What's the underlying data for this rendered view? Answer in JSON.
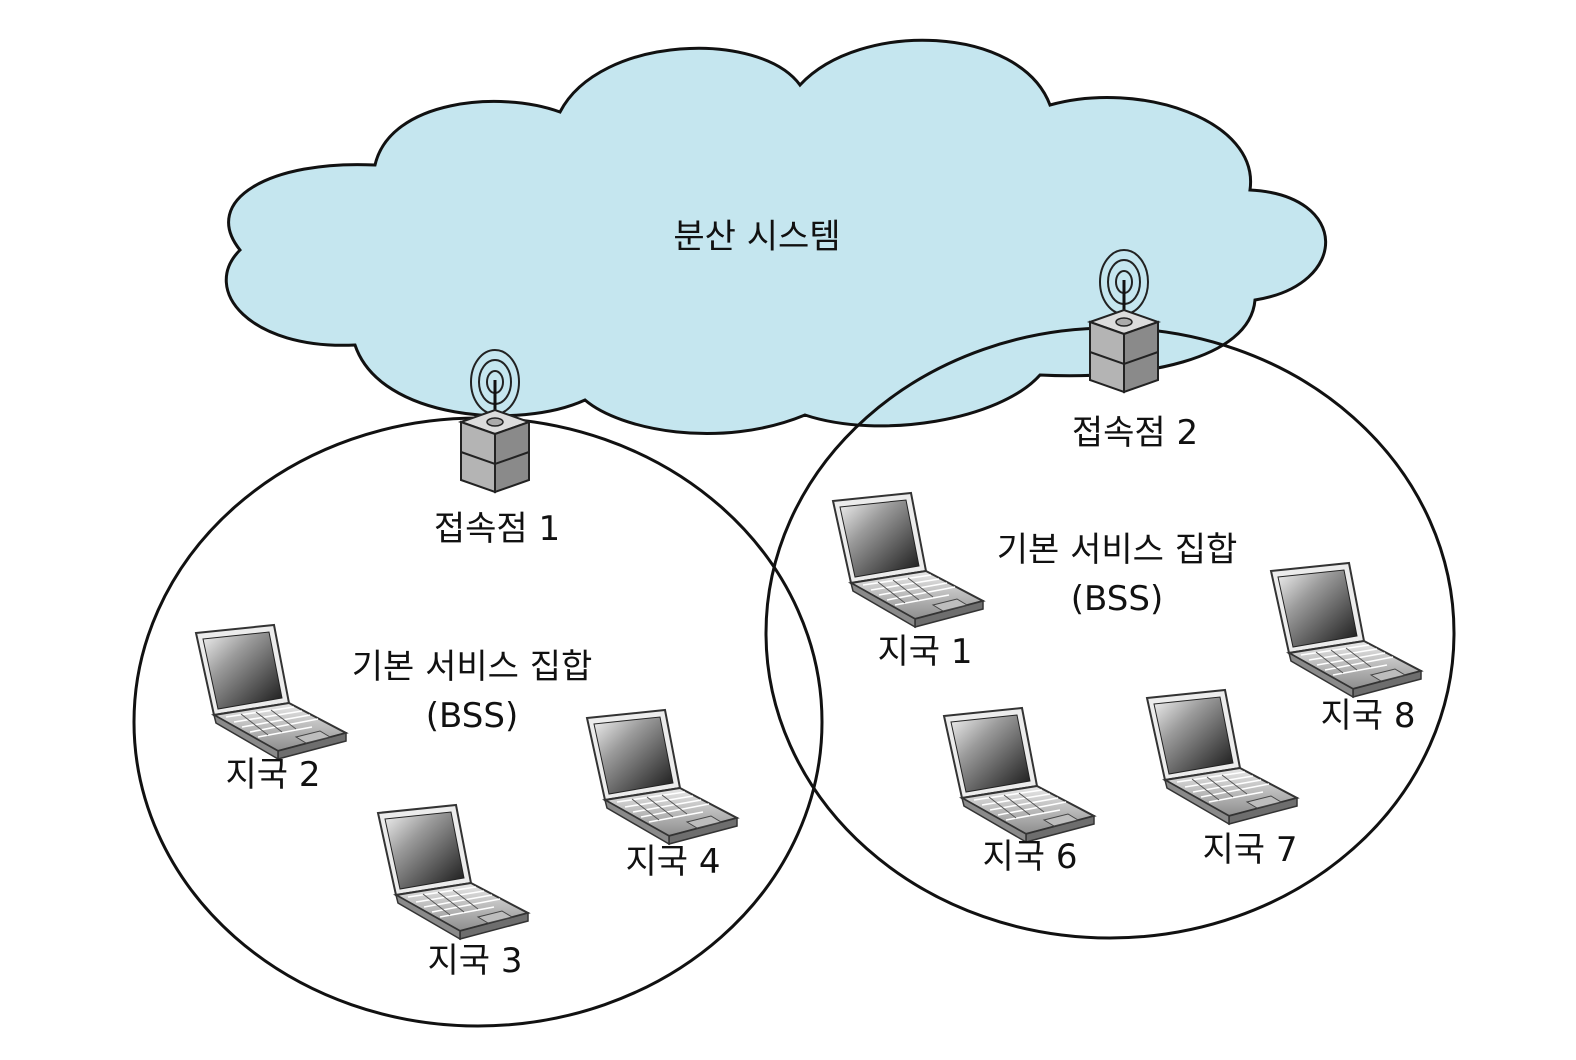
{
  "cloud": {
    "label": "분산 시스템",
    "fill": "#c5e6ef"
  },
  "access_points": [
    {
      "id": "ap1",
      "label": "접속점 1"
    },
    {
      "id": "ap2",
      "label": "접속점 2"
    }
  ],
  "bss": [
    {
      "id": "bss-left",
      "line1": "기본 서비스 집합",
      "line2": "(BSS)"
    },
    {
      "id": "bss-right",
      "line1": "기본 서비스 집합",
      "line2": "(BSS)"
    }
  ],
  "stations": [
    {
      "id": "s1",
      "label": "지국 1"
    },
    {
      "id": "s2",
      "label": "지국 2"
    },
    {
      "id": "s3",
      "label": "지국 3"
    },
    {
      "id": "s4",
      "label": "지국 4"
    },
    {
      "id": "s6",
      "label": "지국 6"
    },
    {
      "id": "s7",
      "label": "지국 7"
    },
    {
      "id": "s8",
      "label": "지국 8"
    }
  ]
}
